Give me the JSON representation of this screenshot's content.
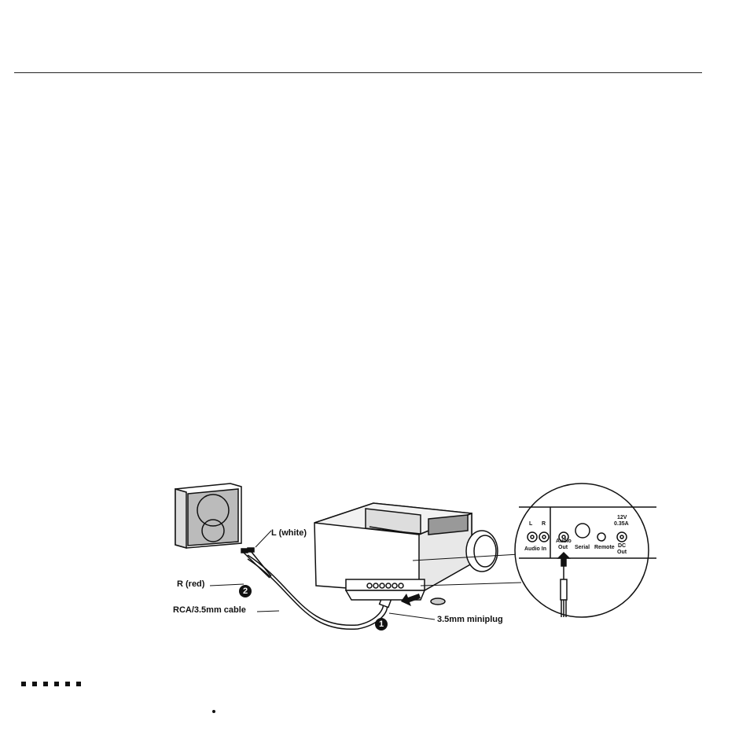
{
  "figure": {
    "labels": {
      "left_white": "L (white)",
      "right_red": "R (red)",
      "cable": "RCA/3.5mm cable",
      "miniplug": "3.5mm miniplug"
    },
    "callouts": {
      "one": "1",
      "two": "2"
    },
    "panel": {
      "l": "L",
      "r": "R",
      "audio_in": "Audio In",
      "audio_out_line1": "Audio",
      "audio_out_line2": "Out",
      "serial": "Serial",
      "remote": "Remote",
      "voltage": "12V",
      "current": "0.35A",
      "dc_line1": "DC",
      "dc_line2": "Out"
    }
  }
}
